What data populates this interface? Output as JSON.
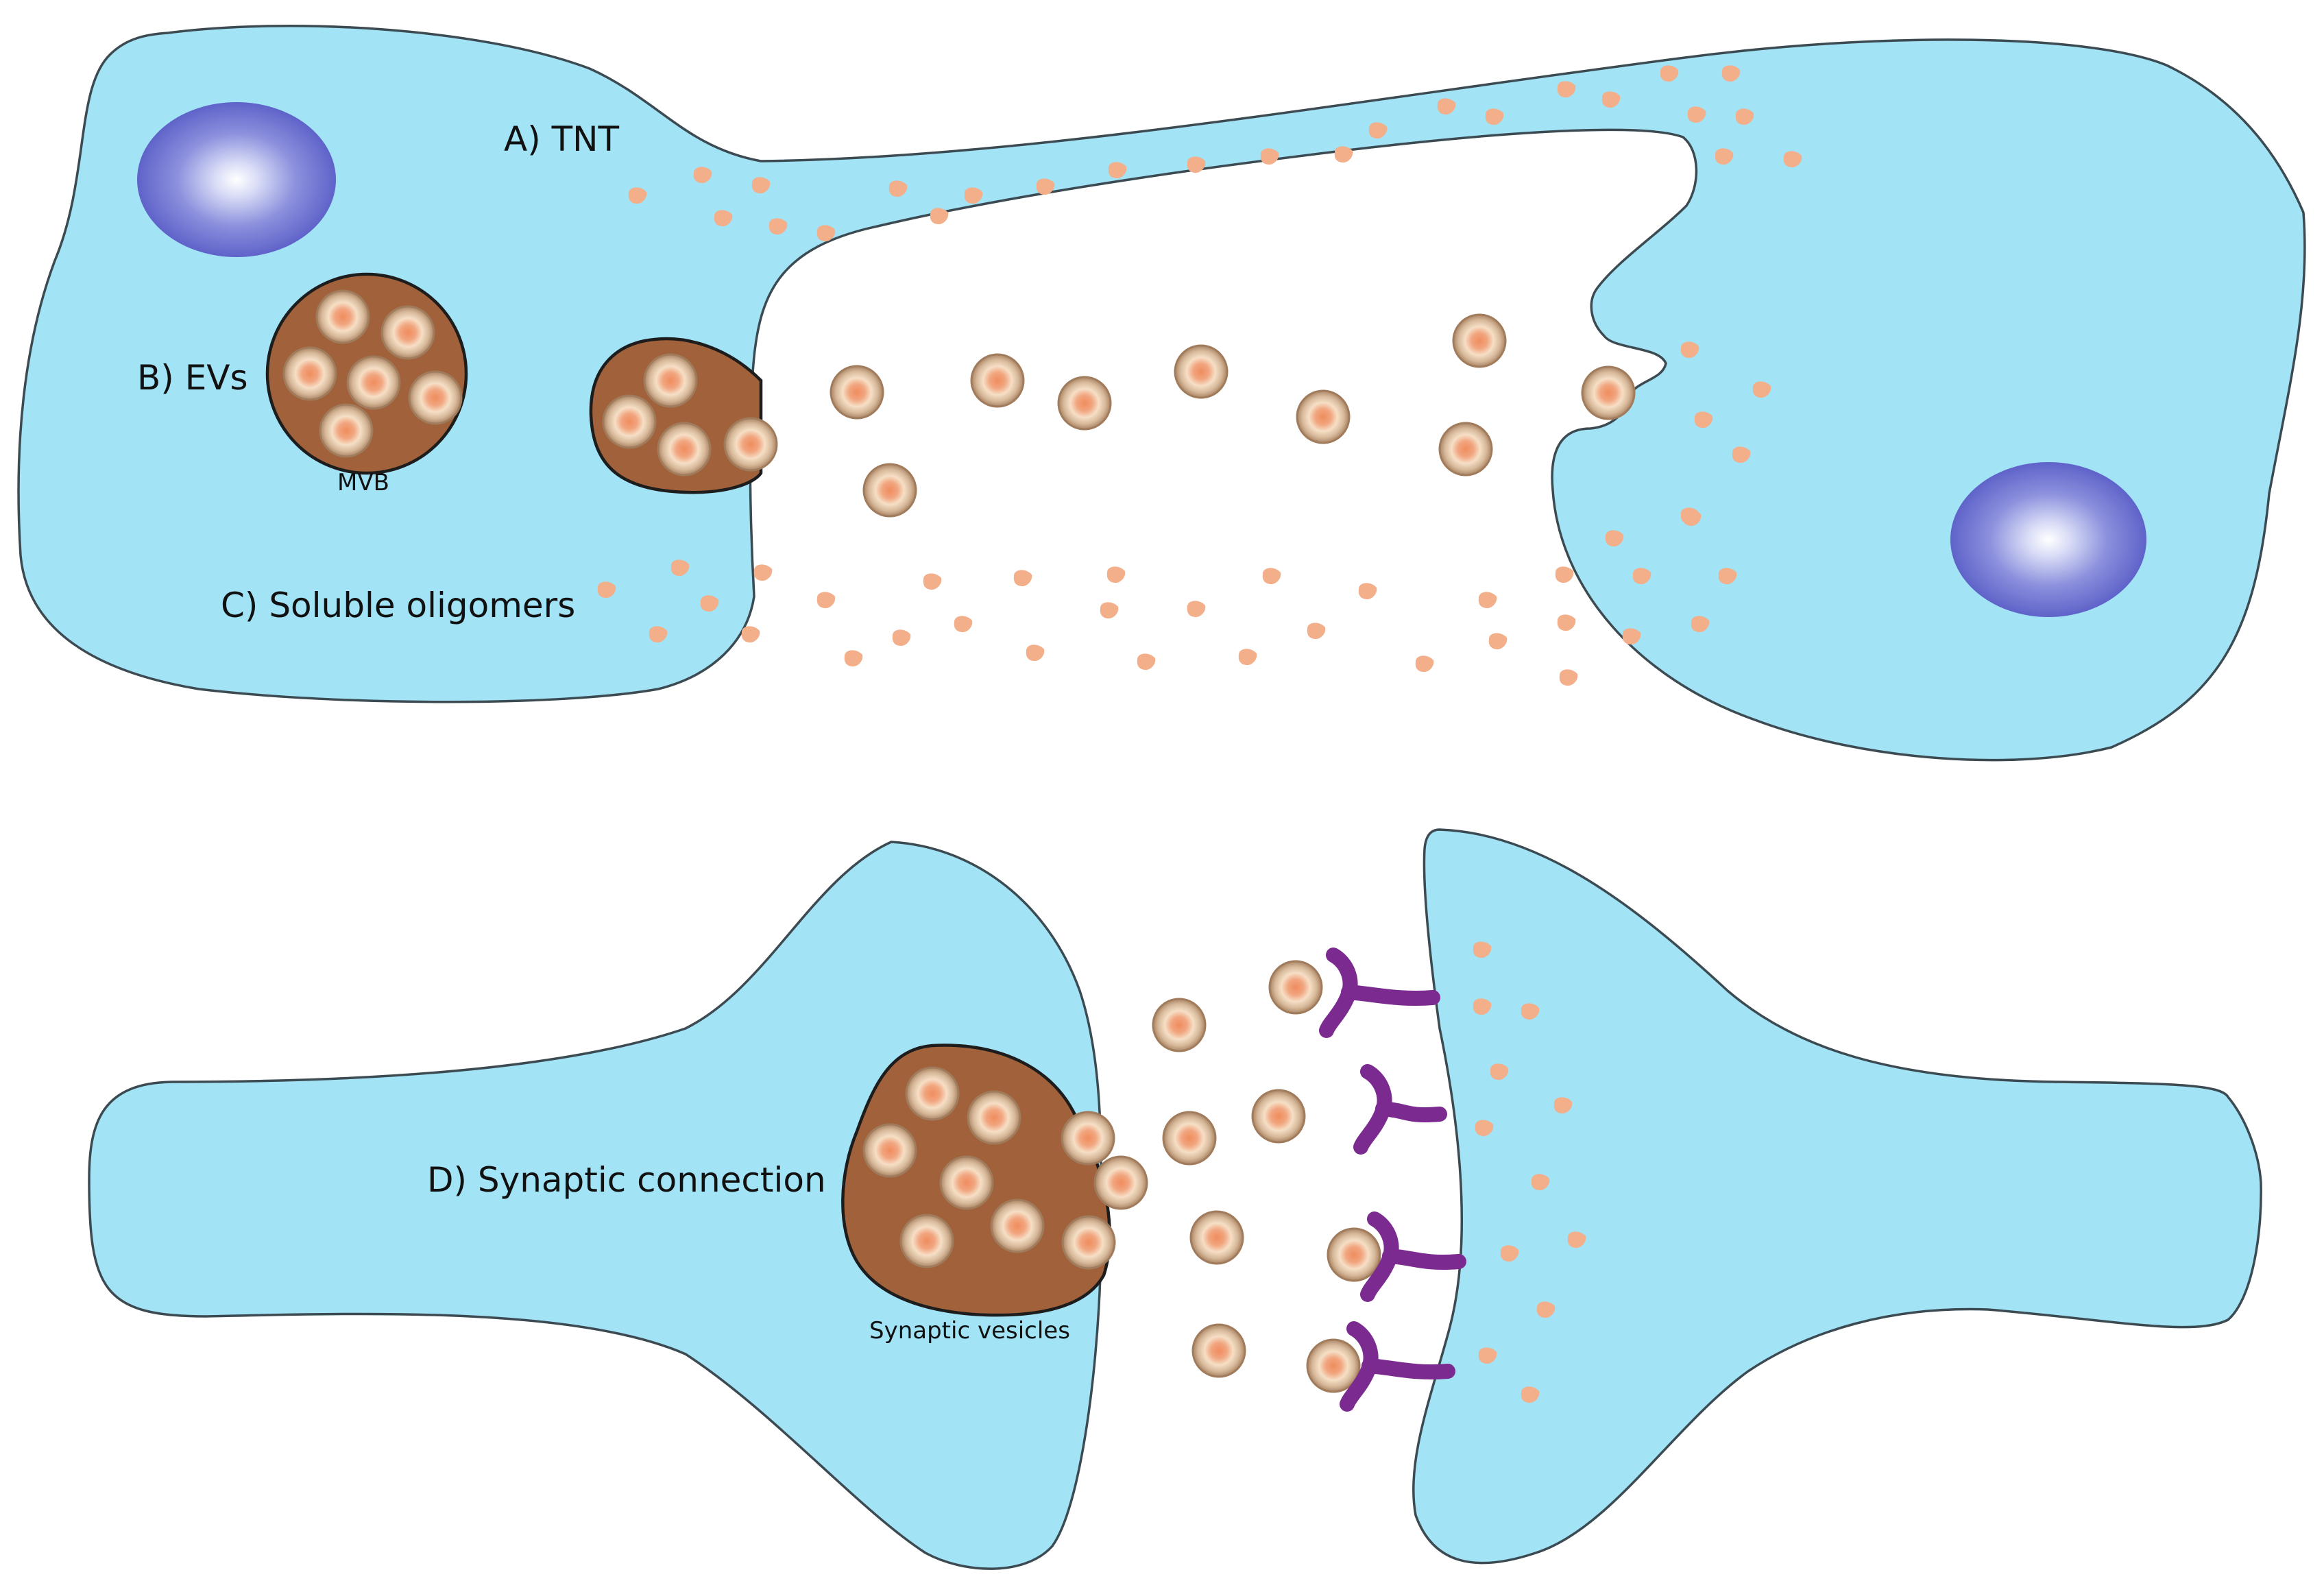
{
  "labels": {
    "tnt": "A) TNT",
    "evs": "B) EVs",
    "mvb": "MVB",
    "oligomers": "C) Soluble oligomers",
    "synaptic": "D) Synaptic connection",
    "vesicles": "Synaptic vesicles"
  },
  "colors": {
    "cytoplasm": "#a2e3f6",
    "membrane": "#3c4a52",
    "nucleus_core": "#ffffff",
    "nucleus_edge": "#5f63c9",
    "mvb": "#a0613b",
    "vesicle_core": "#f1a47e",
    "vesicle_ring": "#b59272",
    "oligomer": "#f3b08c",
    "receptor": "#7b2a8f"
  }
}
